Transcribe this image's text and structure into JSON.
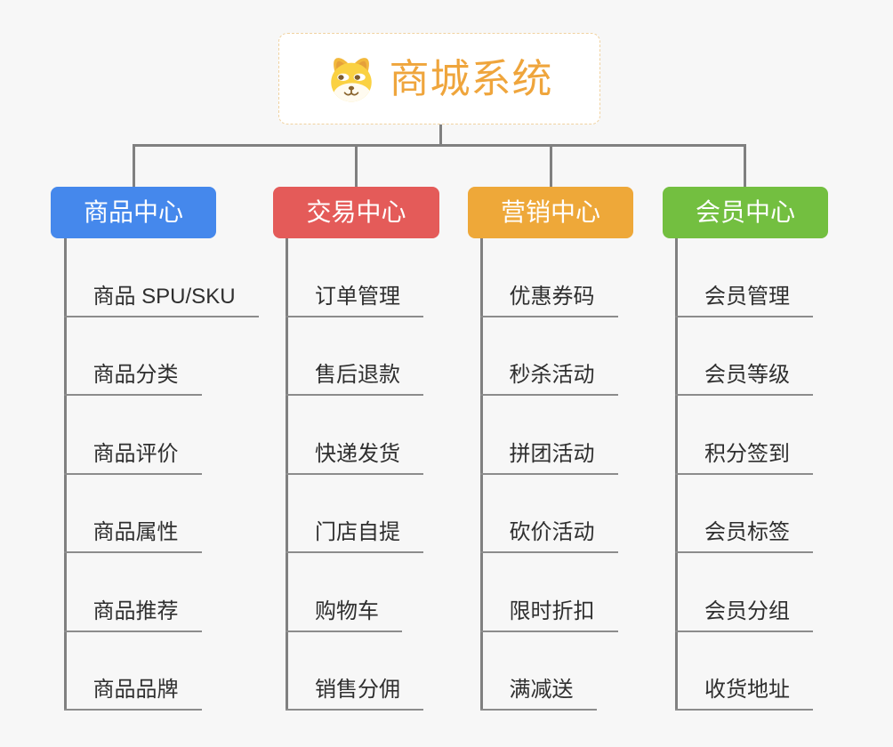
{
  "root": {
    "title": "商城系统",
    "icon": "dog-logo-icon",
    "border_color": "#F0D2A0",
    "title_color": "#EFA53C"
  },
  "colors": {
    "background": "#F7F7F7",
    "connector": "#808080",
    "leaf_text": "#2F2F2F",
    "leaf_underline": "#8C8C8C"
  },
  "branches": [
    {
      "label": "商品中心",
      "color": "#4588EC",
      "children": [
        "商品 SPU/SKU",
        "商品分类",
        "商品评价",
        "商品属性",
        "商品推荐",
        "商品品牌"
      ]
    },
    {
      "label": "交易中心",
      "color": "#E45B59",
      "children": [
        "订单管理",
        "售后退款",
        "快递发货",
        "门店自提",
        "购物车",
        "销售分佣"
      ]
    },
    {
      "label": "营销中心",
      "color": "#EEA839",
      "children": [
        "优惠券码",
        "秒杀活动",
        "拼团活动",
        "砍价活动",
        "限时折扣",
        "满减送"
      ]
    },
    {
      "label": "会员中心",
      "color": "#73BF40",
      "children": [
        "会员管理",
        "会员等级",
        "积分签到",
        "会员标签",
        "会员分组",
        "收货地址"
      ]
    }
  ]
}
